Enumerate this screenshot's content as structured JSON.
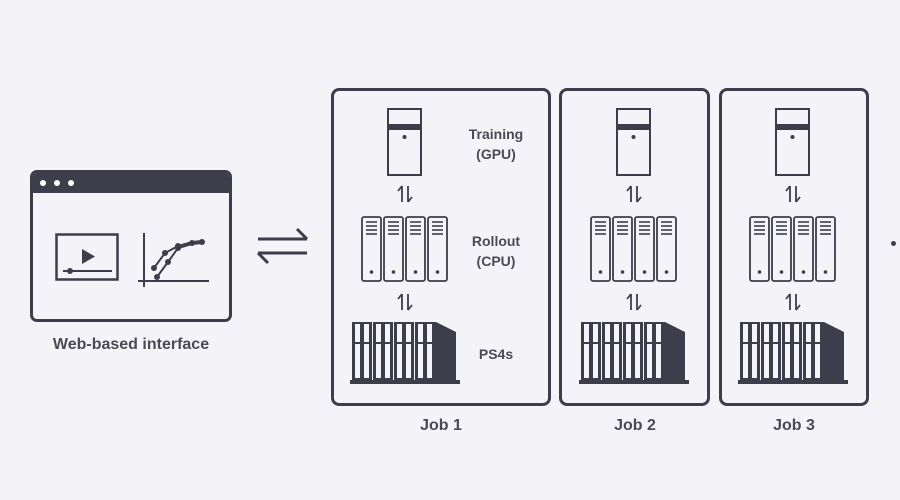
{
  "web_interface": {
    "label": "Web-based interface",
    "icons": [
      "browser-window-icon",
      "video-player-icon",
      "line-chart-icon"
    ]
  },
  "connector": {
    "icon": "bidirectional-arrows-icon"
  },
  "jobs": [
    {
      "label": "Job 1",
      "tiers": [
        {
          "name": "Training",
          "sub": "(GPU)",
          "icon": "gpu-server-icon"
        },
        {
          "name": "Rollout",
          "sub": "(CPU)",
          "icon": "cpu-servers-icon"
        },
        {
          "name": "PS4s",
          "sub": "",
          "icon": "ps4-rack-icon"
        }
      ]
    },
    {
      "label": "Job 2"
    },
    {
      "label": "Job 3"
    }
  ],
  "continuation_marker": "·",
  "colors": {
    "background": "#f4f4f8",
    "ink": "#3d3d4b",
    "text": "#4a4a55"
  }
}
